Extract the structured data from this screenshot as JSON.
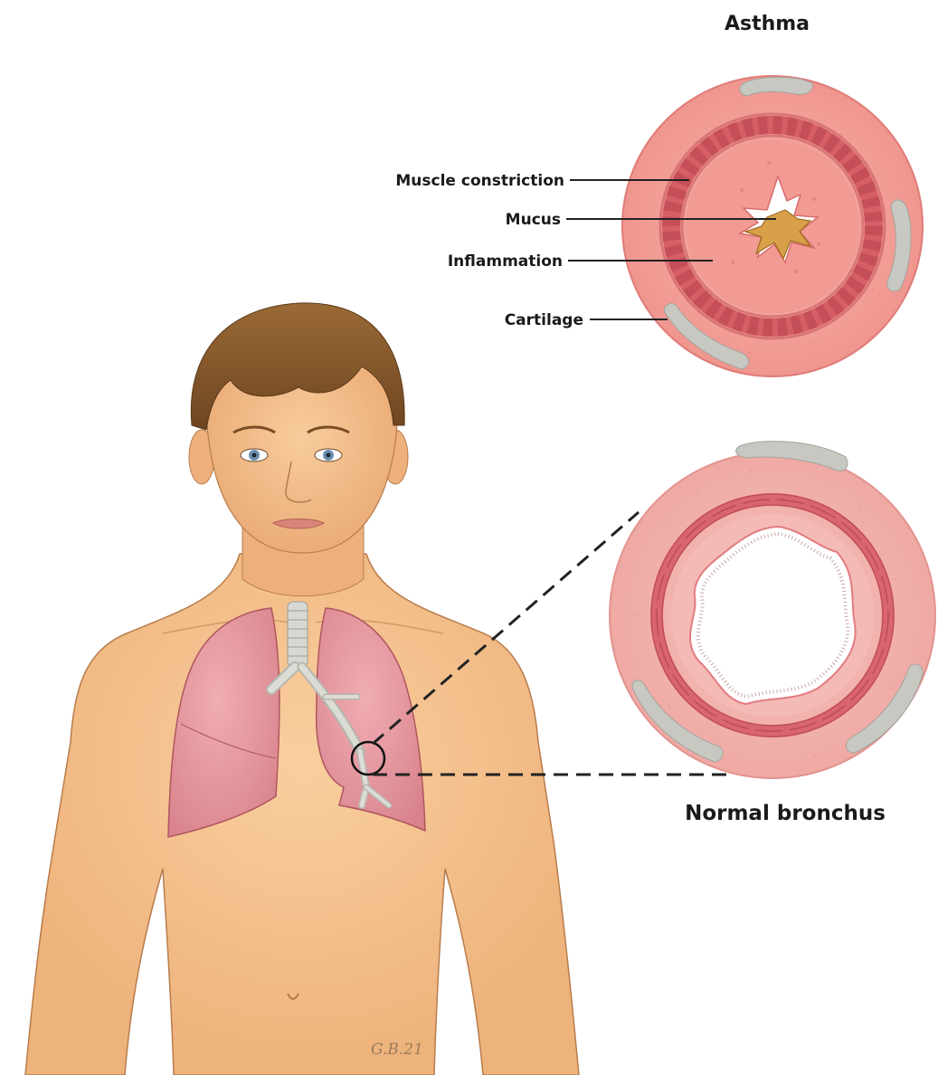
{
  "titles": {
    "asthma": "Asthma",
    "normal": "Normal bronchus"
  },
  "labels": {
    "muscle_constriction": "Muscle constriction",
    "mucus": "Mucus",
    "inflammation": "Inflammation",
    "cartilage": "Cartilage"
  },
  "signature": "G.B.21",
  "colors": {
    "skin": "#f4c08e",
    "hair": "#8a5a2b",
    "lung": "#e79aa2",
    "airway_wall": "#f1a8a6",
    "muscle": "#d4626a",
    "cartilage": "#c8c8c2",
    "mucus": "#d9a04a"
  }
}
